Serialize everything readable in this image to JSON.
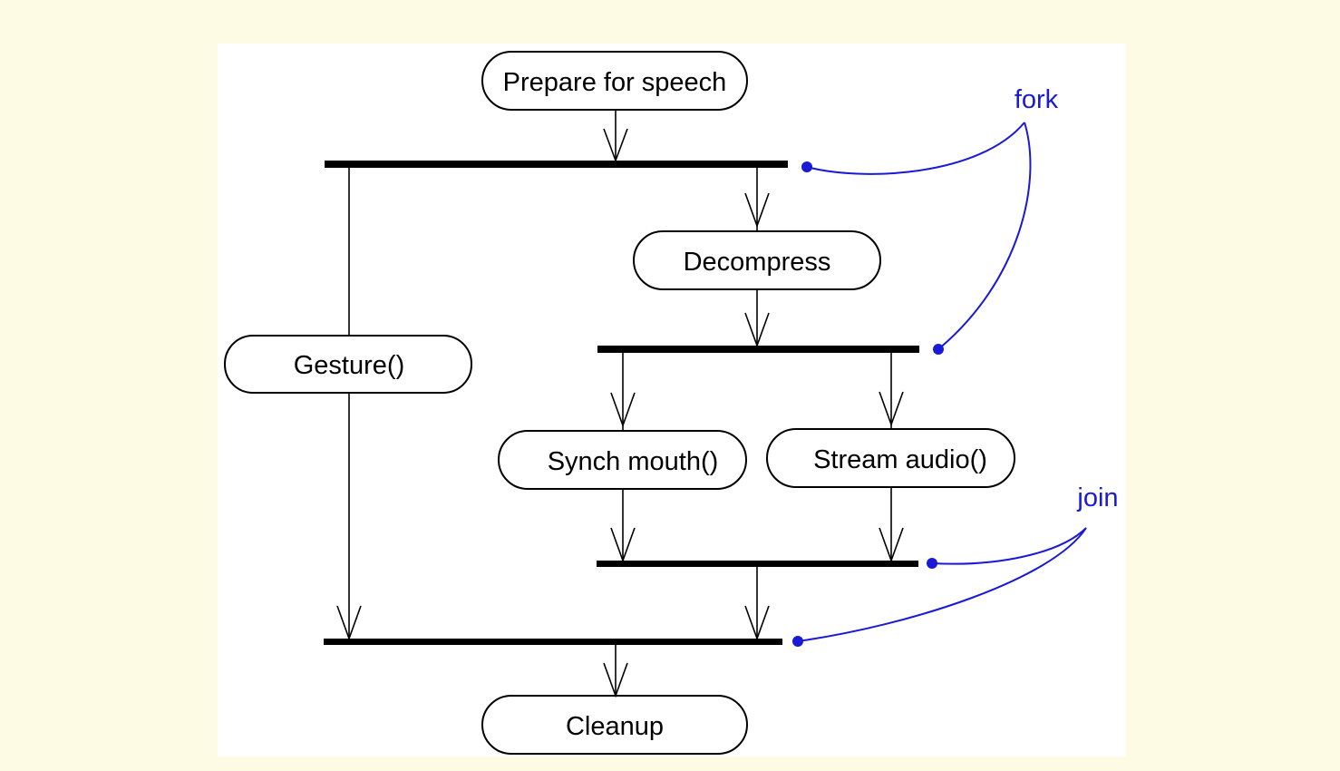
{
  "diagram": {
    "nodes": {
      "prepare": "Prepare for speech",
      "decompress": "Decompress",
      "gesture": "Gesture()",
      "synch": "Synch mouth()",
      "stream": "Stream audio()",
      "cleanup": "Cleanup"
    },
    "annotations": {
      "fork": "fork",
      "join": "join"
    },
    "colors": {
      "annotation": "#1a1ad6",
      "line": "#000000",
      "background": "#fdfbe3",
      "panel": "#ffffff"
    }
  }
}
